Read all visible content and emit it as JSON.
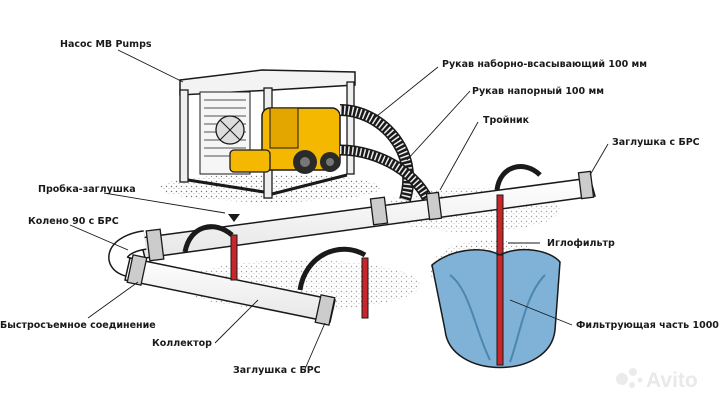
{
  "labels": {
    "pump": "Насос MB Pumps",
    "suction_hose": "Рукав наборно-всасывающий 100 мм",
    "pressure_hose": "Рукав напорный 100 мм",
    "tee": "Тройник",
    "end_cap_top": "Заглушка с БРС",
    "plug": "Пробка-заглушка",
    "elbow": "Колено 90  с БРС",
    "needle_filter": "Иглофильтр",
    "quick_coupling": "Быстросъемное соединение",
    "filter_part": "Фильтрующая часть 1000 мм",
    "collector": "Коллектор",
    "end_cap_bottom": "Заглушка с БРС"
  },
  "watermark": "Avito",
  "colors": {
    "pump_body": "#f4b800",
    "riser": "#c8262a",
    "water": "#7fb2d6",
    "outline": "#1a1a1a"
  },
  "icons": [
    "avito-logo-icon"
  ]
}
